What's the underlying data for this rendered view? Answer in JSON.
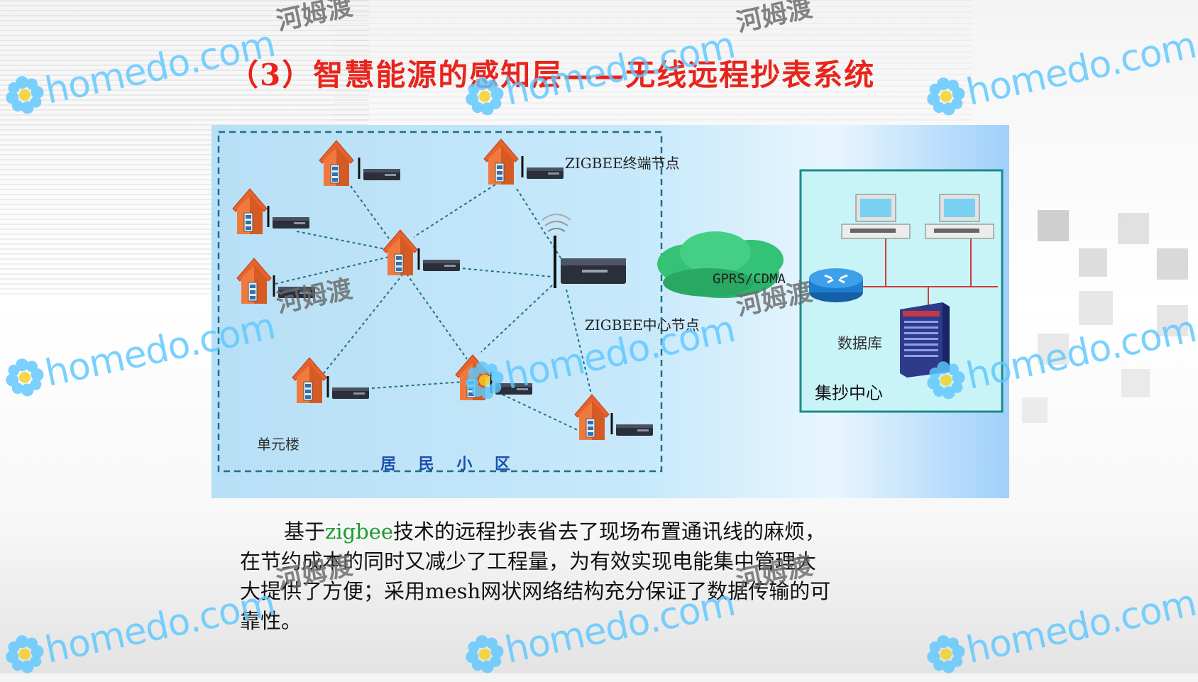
{
  "slide": {
    "title": "（3）智慧能源的感知层——无线远程抄表系统"
  },
  "diagram": {
    "labels": {
      "terminal_node": "ZIGBEE终端节点",
      "center_node": "ZIGBEE中心节点",
      "cloud": "GPRS/CDMA",
      "database": "数据库",
      "collection_center": "集抄中心",
      "unit_building": "单元楼",
      "residential_area": "居 民 小 区"
    },
    "colors": {
      "house_roof": "#e8622b",
      "link_line": "#1f6f86",
      "panel_border": "#1b8a8a",
      "cloud": "#2bb36a",
      "router": "#1e7fd0",
      "server": "#2e3a8a",
      "bus_line": "#d23a3a"
    }
  },
  "paragraph": {
    "line1_prefix": "基于",
    "line1_highlight": "zigbee",
    "line1_suffix": "技术的远程抄表省去了现场布置通讯线的麻烦，",
    "line2": "在节约成本的同时又减少了工程量，为有效实现电能集中管理大",
    "line3": "大提供了方便；采用mesh网状网络结构充分保证了数据传输的可",
    "line4": "靠性。",
    "highlight_color": "#1c9b2f"
  },
  "watermark": {
    "domain": "homedo.com",
    "brand": "河姆渡",
    "color": "#5fc8ff"
  }
}
